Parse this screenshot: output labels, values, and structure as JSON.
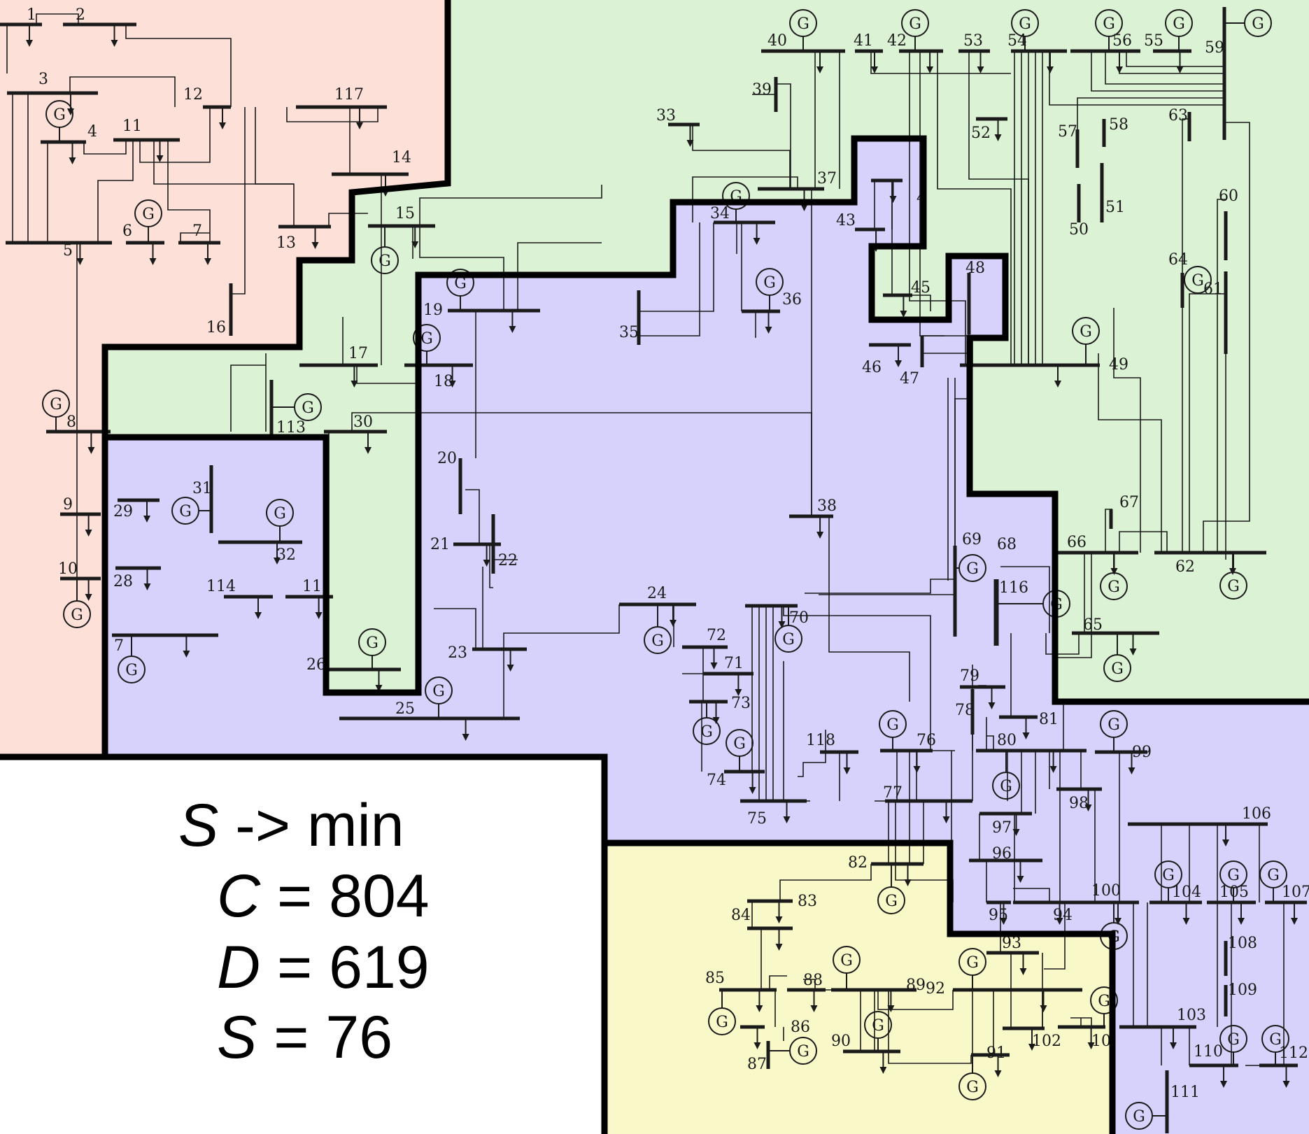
{
  "colors": {
    "region_red": "#fde0d8",
    "region_green": "#dcf2d4",
    "region_blue": "#d7d2fb",
    "region_yellow": "#f8f8c8",
    "region_white": "#ffffff",
    "boundary": "#000000",
    "ink": "#1a1a1a"
  },
  "generator_symbol": "G",
  "buses": [
    {
      "id": "1",
      "label": "1"
    },
    {
      "id": "2",
      "label": "2"
    },
    {
      "id": "3",
      "label": "3"
    },
    {
      "id": "4",
      "label": "4"
    },
    {
      "id": "5",
      "label": "5"
    },
    {
      "id": "6",
      "label": "6"
    },
    {
      "id": "7",
      "label": "7"
    },
    {
      "id": "8",
      "label": "8"
    },
    {
      "id": "9",
      "label": "9"
    },
    {
      "id": "10",
      "label": "10"
    },
    {
      "id": "11",
      "label": "11"
    },
    {
      "id": "12",
      "label": "12"
    },
    {
      "id": "13",
      "label": "13"
    },
    {
      "id": "14",
      "label": "14"
    },
    {
      "id": "15",
      "label": "15"
    },
    {
      "id": "16",
      "label": "16"
    },
    {
      "id": "17",
      "label": "17"
    },
    {
      "id": "18",
      "label": "18"
    },
    {
      "id": "19",
      "label": "19"
    },
    {
      "id": "20",
      "label": "20"
    },
    {
      "id": "21",
      "label": "21"
    },
    {
      "id": "22",
      "label": "22"
    },
    {
      "id": "23",
      "label": "23"
    },
    {
      "id": "24",
      "label": "24"
    },
    {
      "id": "25",
      "label": "25"
    },
    {
      "id": "26",
      "label": "26"
    },
    {
      "id": "27",
      "label": "7"
    },
    {
      "id": "28",
      "label": "28"
    },
    {
      "id": "29",
      "label": "29"
    },
    {
      "id": "30",
      "label": "30"
    },
    {
      "id": "31",
      "label": "31"
    },
    {
      "id": "32",
      "label": "32"
    },
    {
      "id": "33",
      "label": "33"
    },
    {
      "id": "34",
      "label": "34"
    },
    {
      "id": "35",
      "label": "35"
    },
    {
      "id": "36",
      "label": "36"
    },
    {
      "id": "37",
      "label": "37"
    },
    {
      "id": "38",
      "label": "38"
    },
    {
      "id": "39",
      "label": "39"
    },
    {
      "id": "40",
      "label": "40"
    },
    {
      "id": "41",
      "label": "41"
    },
    {
      "id": "42",
      "label": "42"
    },
    {
      "id": "43",
      "label": "43"
    },
    {
      "id": "44",
      "label": "4"
    },
    {
      "id": "45",
      "label": "45"
    },
    {
      "id": "46",
      "label": "46"
    },
    {
      "id": "47",
      "label": "47"
    },
    {
      "id": "48",
      "label": "48"
    },
    {
      "id": "49",
      "label": "49"
    },
    {
      "id": "50",
      "label": "50"
    },
    {
      "id": "51",
      "label": "51"
    },
    {
      "id": "52",
      "label": "52"
    },
    {
      "id": "53",
      "label": "53"
    },
    {
      "id": "54",
      "label": "54"
    },
    {
      "id": "55",
      "label": "55"
    },
    {
      "id": "56",
      "label": "56"
    },
    {
      "id": "57",
      "label": "57"
    },
    {
      "id": "58",
      "label": "58"
    },
    {
      "id": "59",
      "label": "59"
    },
    {
      "id": "60",
      "label": "60"
    },
    {
      "id": "61",
      "label": "61"
    },
    {
      "id": "62",
      "label": "62"
    },
    {
      "id": "63",
      "label": "63"
    },
    {
      "id": "64",
      "label": "64"
    },
    {
      "id": "65",
      "label": "65"
    },
    {
      "id": "66",
      "label": "66"
    },
    {
      "id": "67",
      "label": "67"
    },
    {
      "id": "68",
      "label": "68"
    },
    {
      "id": "69",
      "label": "69"
    },
    {
      "id": "70",
      "label": "70"
    },
    {
      "id": "71",
      "label": "71"
    },
    {
      "id": "72",
      "label": "72"
    },
    {
      "id": "73",
      "label": "73"
    },
    {
      "id": "74",
      "label": "74"
    },
    {
      "id": "75",
      "label": "75"
    },
    {
      "id": "76",
      "label": "76"
    },
    {
      "id": "77",
      "label": "77"
    },
    {
      "id": "78",
      "label": "78"
    },
    {
      "id": "79",
      "label": "79"
    },
    {
      "id": "80",
      "label": "80"
    },
    {
      "id": "81",
      "label": "81"
    },
    {
      "id": "82",
      "label": "82"
    },
    {
      "id": "83",
      "label": "83"
    },
    {
      "id": "84",
      "label": "84"
    },
    {
      "id": "85",
      "label": "85"
    },
    {
      "id": "86",
      "label": "86"
    },
    {
      "id": "87",
      "label": "87"
    },
    {
      "id": "88",
      "label": "88"
    },
    {
      "id": "89",
      "label": "89"
    },
    {
      "id": "90",
      "label": "90"
    },
    {
      "id": "91",
      "label": "91"
    },
    {
      "id": "92",
      "label": "92"
    },
    {
      "id": "93",
      "label": "93"
    },
    {
      "id": "94",
      "label": "94"
    },
    {
      "id": "95",
      "label": "95"
    },
    {
      "id": "96",
      "label": "96"
    },
    {
      "id": "97",
      "label": "97"
    },
    {
      "id": "98",
      "label": "98"
    },
    {
      "id": "99",
      "label": "99"
    },
    {
      "id": "100",
      "label": "100"
    },
    {
      "id": "101",
      "label": "10"
    },
    {
      "id": "102",
      "label": "102"
    },
    {
      "id": "103",
      "label": "103"
    },
    {
      "id": "104",
      "label": "104"
    },
    {
      "id": "105",
      "label": "105"
    },
    {
      "id": "106",
      "label": "106"
    },
    {
      "id": "107",
      "label": "107"
    },
    {
      "id": "108",
      "label": "108"
    },
    {
      "id": "109",
      "label": "109"
    },
    {
      "id": "110",
      "label": "110"
    },
    {
      "id": "111",
      "label": "111"
    },
    {
      "id": "112",
      "label": "112"
    },
    {
      "id": "113",
      "label": "113"
    },
    {
      "id": "114",
      "label": "114"
    },
    {
      "id": "115",
      "label": "11"
    },
    {
      "id": "116",
      "label": "116"
    },
    {
      "id": "117",
      "label": "117"
    },
    {
      "id": "118",
      "label": "118"
    }
  ],
  "metrics": {
    "objective": {
      "symbol": "S",
      "text": " -> min"
    },
    "c": {
      "symbol": "C",
      "text": " = 804"
    },
    "d": {
      "symbol": "D",
      "text": " = 619"
    },
    "s": {
      "symbol": "S",
      "text": " = 76"
    }
  }
}
